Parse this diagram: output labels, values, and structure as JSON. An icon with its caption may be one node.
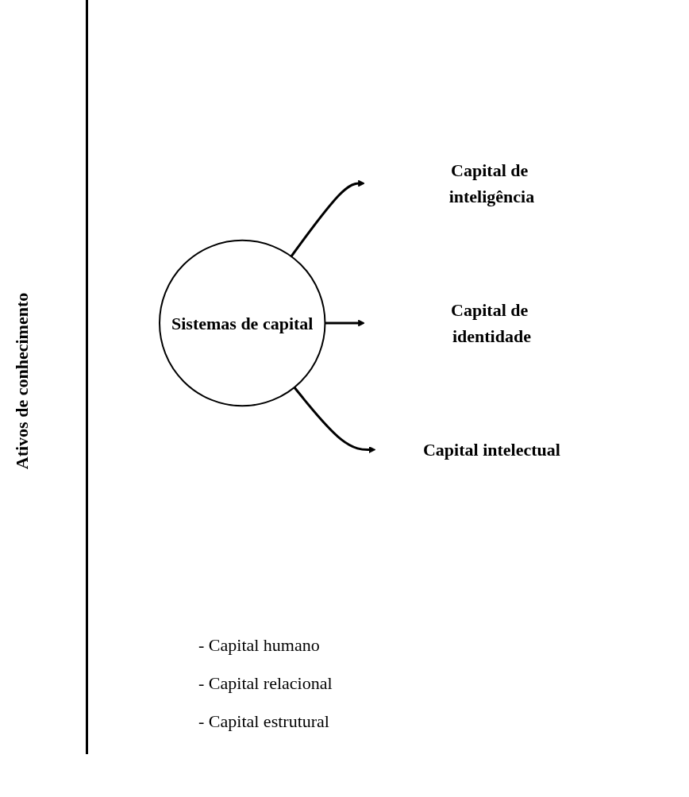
{
  "diagram": {
    "nodes": [
      {
        "text": [
          "Sistemas de capital"
        ]
      },
      {
        "text": [
          "Capital de inteligência"
        ]
      },
      {
        "text": [
          "Capital de identidade"
        ]
      },
      {
        "text": [
          "Capital intelectual"
        ]
      }
    ],
    "edges": [
      {
        "from": 0,
        "to": 1,
        "arrow": "to"
      },
      {
        "from": 0,
        "to": 2,
        "arrow": "to"
      },
      {
        "from": 0,
        "to": 3,
        "arrow": "to"
      }
    ],
    "labels": [
      "Ativos de conhecimento",
      "- Capital humano",
      "- Capital relacional",
      "- Capital estrutural"
    ]
  }
}
